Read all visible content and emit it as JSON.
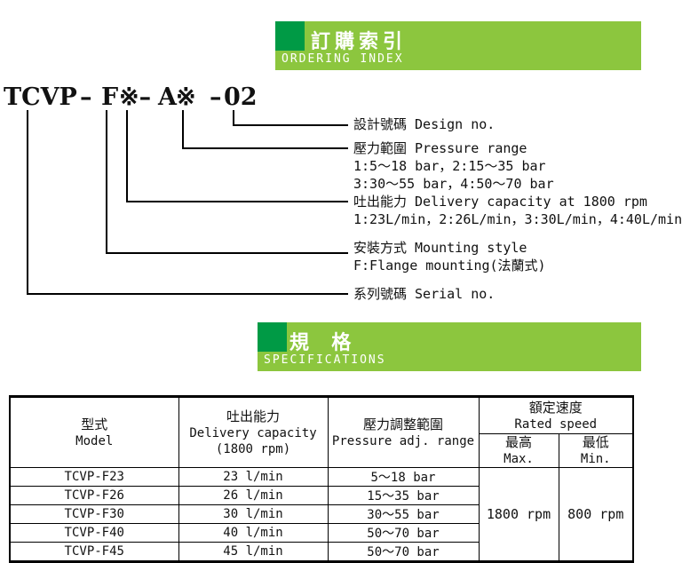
{
  "colors": {
    "banner_green": "#8CC63E",
    "accent_green": "#009A45",
    "line_color": "#000000"
  },
  "banners": {
    "ordering": {
      "title": "訂購索引",
      "subtitle": "ORDERING INDEX"
    },
    "specs": {
      "title": "規 格",
      "subtitle": "SPECIFICATIONS"
    }
  },
  "model_code": {
    "tokens": [
      "TCVP",
      "–",
      "F",
      "※–",
      "A",
      "※",
      "–",
      "02"
    ]
  },
  "callouts": {
    "design": {
      "line1": "設計號碼 Design no."
    },
    "pressure": {
      "line1": "壓力範圍 Pressure range",
      "line2": "1:5～18 bar，2:15～35 bar",
      "line3": "3:30～55 bar，4:50～70 bar"
    },
    "delivery": {
      "line1": "吐出能力 Delivery capacity at 1800 rpm",
      "line2": "1:23L/min，2:26L/min，3:30L/min，4:40L/min"
    },
    "mounting": {
      "line1": "安裝方式 Mounting style",
      "line2": "F:Flange mounting(法蘭式)"
    },
    "serial": {
      "line1": "系列號碼 Serial no."
    }
  },
  "spec_table": {
    "headers": {
      "model": {
        "line1": "型式",
        "line2": "Model"
      },
      "delivery": {
        "line1": "吐出能力",
        "line2": "Delivery capacity",
        "line3": "(1800 rpm)"
      },
      "pressure": {
        "line1": "壓力調整範圍",
        "line2": "Pressure adj. range"
      },
      "rated_speed": {
        "line1": "額定速度",
        "line2": "Rated speed"
      },
      "max": {
        "line1": "最高",
        "line2": "Max."
      },
      "min": {
        "line1": "最低",
        "line2": "Min."
      }
    },
    "rows": [
      {
        "model": "TCVP-F23",
        "delivery": "23 l/min",
        "pressure": "5～18 bar"
      },
      {
        "model": "TCVP-F26",
        "delivery": "26 l/min",
        "pressure": "15～35 bar"
      },
      {
        "model": "TCVP-F30",
        "delivery": "30 l/min",
        "pressure": "30～55 bar"
      },
      {
        "model": "TCVP-F40",
        "delivery": "40 l/min",
        "pressure": "50～70 bar"
      },
      {
        "model": "TCVP-F45",
        "delivery": "45 l/min",
        "pressure": "50～70 bar"
      }
    ],
    "rated_max": "1800 rpm",
    "rated_min": "800 rpm"
  }
}
